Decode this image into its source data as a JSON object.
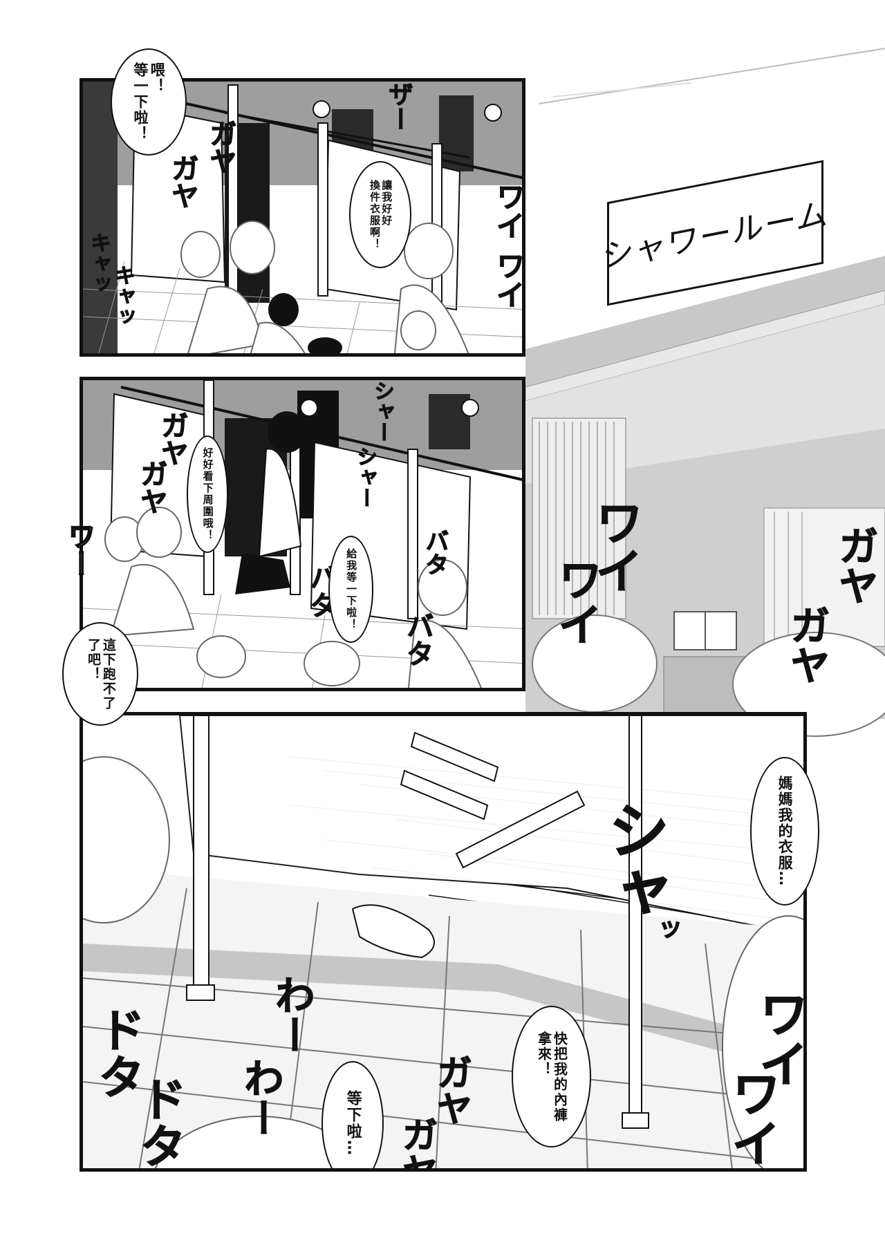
{
  "sign": {
    "text": "シャワールーム"
  },
  "panel1": {
    "balloons": [
      {
        "id": "wait",
        "text": "喂！\n等一下啦！"
      },
      {
        "id": "change",
        "text": "讓我好好\n換件衣服啊！"
      }
    ],
    "sfx": [
      "ガヤ",
      "ガヤ",
      "キャッ",
      "キャッ",
      "ザー",
      "ワイ",
      "ワイ"
    ]
  },
  "panel2": {
    "balloons": [
      {
        "id": "lookaround",
        "text": "好好看下周圍哦！"
      },
      {
        "id": "waitme",
        "text": "給我等一下啦！"
      },
      {
        "id": "cantrun",
        "text": "這下跑不了\n了吧！"
      }
    ],
    "sfx": [
      "ガヤ",
      "ガヤ",
      "シャー",
      "シャー",
      "バタ",
      "バタ",
      "バタ",
      "ワー",
      "ワイ",
      "ワイ",
      "ガヤ",
      "ガヤ"
    ]
  },
  "panel3": {
    "balloons": [
      {
        "id": "mama",
        "text": "媽媽我的衣服…"
      },
      {
        "id": "underwear",
        "text": "快把我的內褲\n拿來！"
      },
      {
        "id": "waitdots",
        "text": "等下啦…"
      }
    ],
    "sfx": [
      "シャ",
      "ッ",
      "ドタ",
      "ドタ",
      "わー",
      "わー",
      "ガヤ",
      "ガヤ",
      "ワイ",
      "ワイ"
    ]
  }
}
